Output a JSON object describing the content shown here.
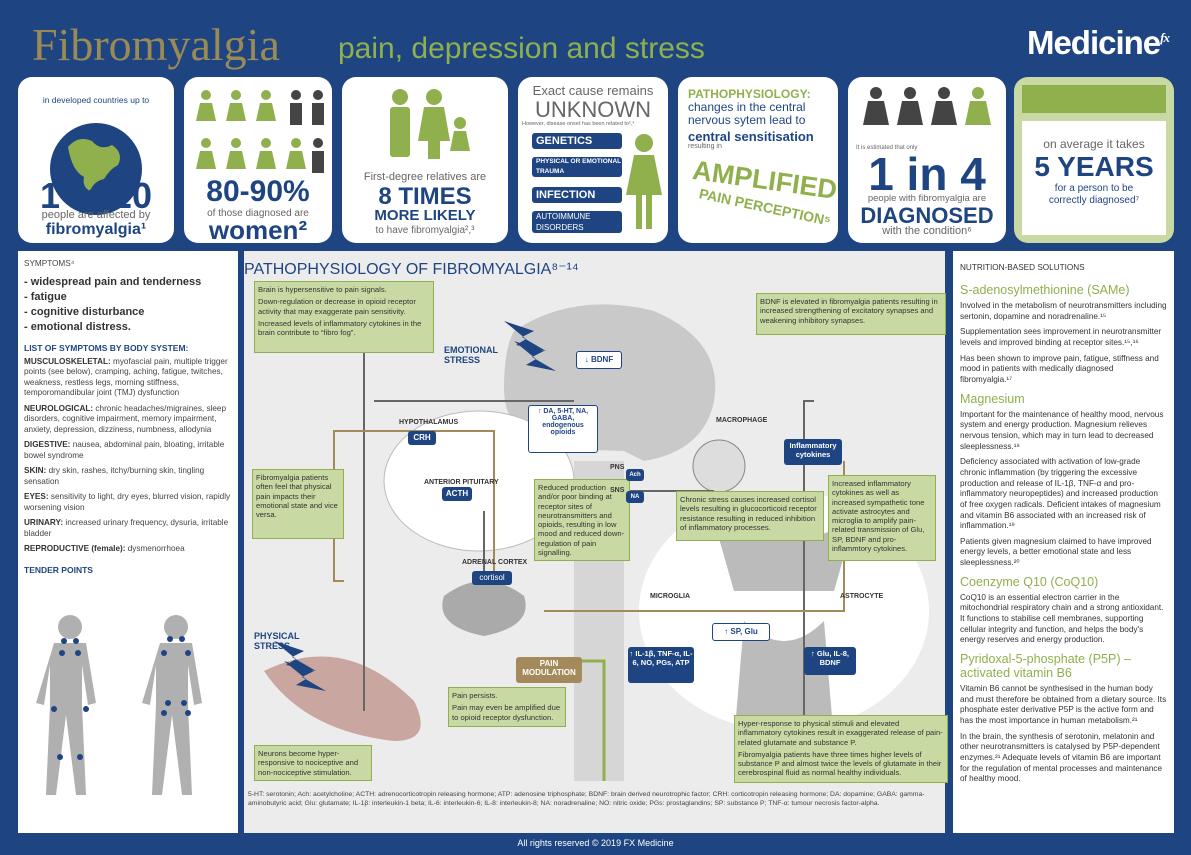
{
  "header": {
    "title": "Fibromyalgia",
    "subtitle": "pain, depression and stress",
    "logo": "Medicine",
    "logo_fx": "fx"
  },
  "cards": {
    "c1": {
      "arc": "in developed countries up to",
      "big": "1 in 20",
      "line1": "people are affected by",
      "line2": "fibromyalgia¹"
    },
    "c2": {
      "big": "80-90%",
      "line1": "of those diagnosed are",
      "big2": "women²"
    },
    "c3": {
      "line1": "First-degree relatives are",
      "big1": "8 TIMES",
      "big2": "MORE LIKELY",
      "line2": "to have fibromyalgia²,³"
    },
    "c4": {
      "top1": "Exact cause remains",
      "top2": "UNKNOWN",
      "note": "However, disease onset has been related to²,³",
      "items": [
        "GENETICS",
        "PHYSICAL OR EMOTIONAL TRAUMA",
        "INFECTION",
        "AUTOIMMUNE DISORDERS"
      ]
    },
    "c5": {
      "h1": "PATHOPHYSIOLOGY:",
      "h2": "changes in the central nervous sytem lead to",
      "h3": "central sensitisation",
      "h4": "resulting in",
      "big1": "AMPLIFIED",
      "big2": "PAIN PERCEPTION⁵"
    },
    "c6": {
      "note": "It is estimated that only",
      "big": "1 in 4",
      "line1": "people with fibromyalgia are",
      "big2": "DIAGNOSED",
      "line2": "with the condition⁶"
    },
    "c7": {
      "line1": "on average it takes",
      "big": "5 YEARS",
      "line2": "for a person to be",
      "line3": "correctly diagnosed⁷"
    }
  },
  "symptoms": {
    "title": "SYMPTOMS⁴",
    "main": [
      "- widespread pain and tenderness",
      "- fatigue",
      "- cognitive disturbance",
      "- emotional distress."
    ],
    "list_title": "LIST OF SYMPTOMS BY BODY SYSTEM:",
    "systems": [
      {
        "k": "MUSCULOSKELETAL:",
        "v": "myofascial pain, multiple trigger points (see below), cramping, aching, fatigue, twitches, weakness, restless legs, morning stiffness, temporomandibular joint (TMJ) dysfunction"
      },
      {
        "k": "NEUROLOGICAL:",
        "v": "chronic headaches/migraines, sleep disorders, cognitive impairment, memory impairment, anxiety, depression, dizziness, numbness, allodynia"
      },
      {
        "k": "DIGESTIVE:",
        "v": "nausea, abdominal pain, bloating, irritable bowel syndrome"
      },
      {
        "k": "SKIN:",
        "v": "dry skin, rashes, itchy/burning skin, tingling sensation"
      },
      {
        "k": "EYES:",
        "v": "sensitivity to light, dry eyes, blurred vision, rapidly worsening vision"
      },
      {
        "k": "URINARY:",
        "v": "increased urinary frequency, dysuria, irritable bladder"
      },
      {
        "k": "REPRODUCTIVE (female):",
        "v": "dysmenorrhoea"
      }
    ],
    "tender": "TENDER POINTS"
  },
  "diagram": {
    "title": "PATHOPHYSIOLOGY OF FIBROMYALGIA⁸⁻¹⁴",
    "box_brain": [
      "Brain is hypersensitive to pain signals.",
      "Down-regulation or decrease in opioid receptor activity that may exaggerate pain sensitivity.",
      "Increased levels of inflammatory cytokines in the brain contribute to “fibro fog”."
    ],
    "box_bdnf": "BDNF is elevated in fibromyalgia patients resulting in increased strengthening of excitatory synapses and weakening inhibitory synapses.",
    "box_emotion": "Fibromyalgia patients often feel that physical pain impacts their emotional state and vice versa.",
    "box_reduced": "Reduced production and/or poor binding at receptor sites of neurotransmitters and opioids, resulting in low mood and reduced down-regulation of pain signalling.",
    "box_chronic": "Chronic stress causes increased cortisol levels resulting in glucocorticoid receptor resistance resulting in reduced inhibition of inflammatory processes.",
    "box_cytok": "Increased inflammatory cytokines as well as increased sympathetic tone activate astrocytes and microglia to amplify pain-related transmission of Glu, SP, BDNF and pro-inflammtory cytokines.",
    "box_persist": [
      "Pain persists.",
      "Pain may even be amplified due to opioid receptor dysfunction."
    ],
    "box_neurons": "Neurons become hyper-responsive to nociceptive and non-nociceptive stimulation.",
    "box_hyper": [
      "Hyper-response to physical stimuli and elevated inflammatory cytokines result in exaggerated release of pain-related glutamate and substance P.",
      "Fibromyalgia patients have three times higher levels of substance P and almost twice the levels of glutamate in their cerebrospinal fluid as normal healthy individuals."
    ],
    "labels": {
      "emotional": "EMOTIONAL STRESS",
      "physical": "PHYSICAL STRESS",
      "hypo": "HYPOTHALAMUS",
      "ant": "ANTERIOR PITUITARY",
      "adrenal": "ADRENAL CORTEX",
      "macro": "MACROPHAGE",
      "micro": "MICROGLIA",
      "astro": "ASTROCYTE",
      "pns": "PNS",
      "sns": "SNS"
    },
    "pills": {
      "crh": "CRH",
      "acth": "ACTH",
      "cortisol": "cortisol",
      "bdnf": "↓ BDNF",
      "da": "↑ DA, 5-HT, NA, GABA, endogenous opioids",
      "ach": "Ach",
      "na": "NA",
      "infl": "Inflammatory cytokines",
      "sp": "↑ SP, Glu",
      "il": "↑ IL-1β, TNF-α, IL-6, NO, PGs, ATP",
      "glu": "↑ Glu, IL-8, BDNF",
      "pain": "PAIN MODULATION"
    },
    "abbrev": "5-HT: serotonin; Ach: acetylcholine; ACTH: adrenocorticotropin releasing hormone; ATP: adenosine triphosphate; BDNF: brain derived neurotrophic factor; CRH: corticotropin releasing hormone; DA: dopamine; GABA: gamma-aminobutyric acid; Glu: glutamate; IL-1β: interleukin-1 beta; IL-6: interleukin-6; IL-8: interleukin-8; NA: noradrenaline; NO: nitric oxide; PGs: prostaglandins; SP: substance P; TNF-α: tumour necrosis factor-alpha."
  },
  "nutrition": {
    "title": "NUTRITION-BASED SOLUTIONS",
    "items": [
      {
        "h": "S-adenosylmethionine (SAMe)",
        "p": [
          "Involved in the metabolism of neurotransmitters including sertonin, dopamine and noradrenaline.¹⁵",
          "Supplementation sees improvement in neurotransmitter levels and improved binding at receptor sites.¹⁵,¹⁶",
          "Has been shown to improve pain, fatigue, stiffness and mood in patients with medically diagnosed fibromyalgia.¹⁷"
        ]
      },
      {
        "h": "Magnesium",
        "p": [
          "Important for the maintenance of healthy mood, nervous system and energy production. Magnesium relieves nervous tension, which may in turn lead to decreased sleeplessness.¹⁸",
          "Deficiency associated with activation of low-grade chronic inflammation (by triggering the excessive production and release of IL-1β, TNF-α and pro-inflammatory neuropeptides) and increased production of free oxygen radicals. Deficient intakes of magnesium and vitamin B6 associated with an increased risk of inflammation.¹⁹",
          "Patients given magnesium claimed to have improved energy levels, a better emotional state and less sleeplessness.²⁰"
        ]
      },
      {
        "h": "Coenzyme Q10 (CoQ10)",
        "p": [
          "CoQ10 is an essential electron carrier in the mitochondrial respiratory chain and a strong antioxidant. It functions to stabilise cell membranes, supporting cellular integrity and function, and helps the body's energy reserves and energy production."
        ]
      },
      {
        "h": "Pyridoxal-5-phosphate (P5P) – activated vitamin B6",
        "p": [
          "Vitamin B6 cannot be synthesised in the human body and must therefore be obtained from a dietary source. Its phosphate ester derivative P5P is the active form and has the most importance in human metabolism.²¹",
          "In the brain, the synthesis of serotonin, melatonin and other neurotransmitters is catalysed by P5P-dependent enzymes.²¹ Adequate levels of vitamin B6 are important for the regulation of mental processes and maintenance of healthy mood."
        ]
      }
    ]
  },
  "footer": "All rights reserved © 2019 FX Medicine"
}
